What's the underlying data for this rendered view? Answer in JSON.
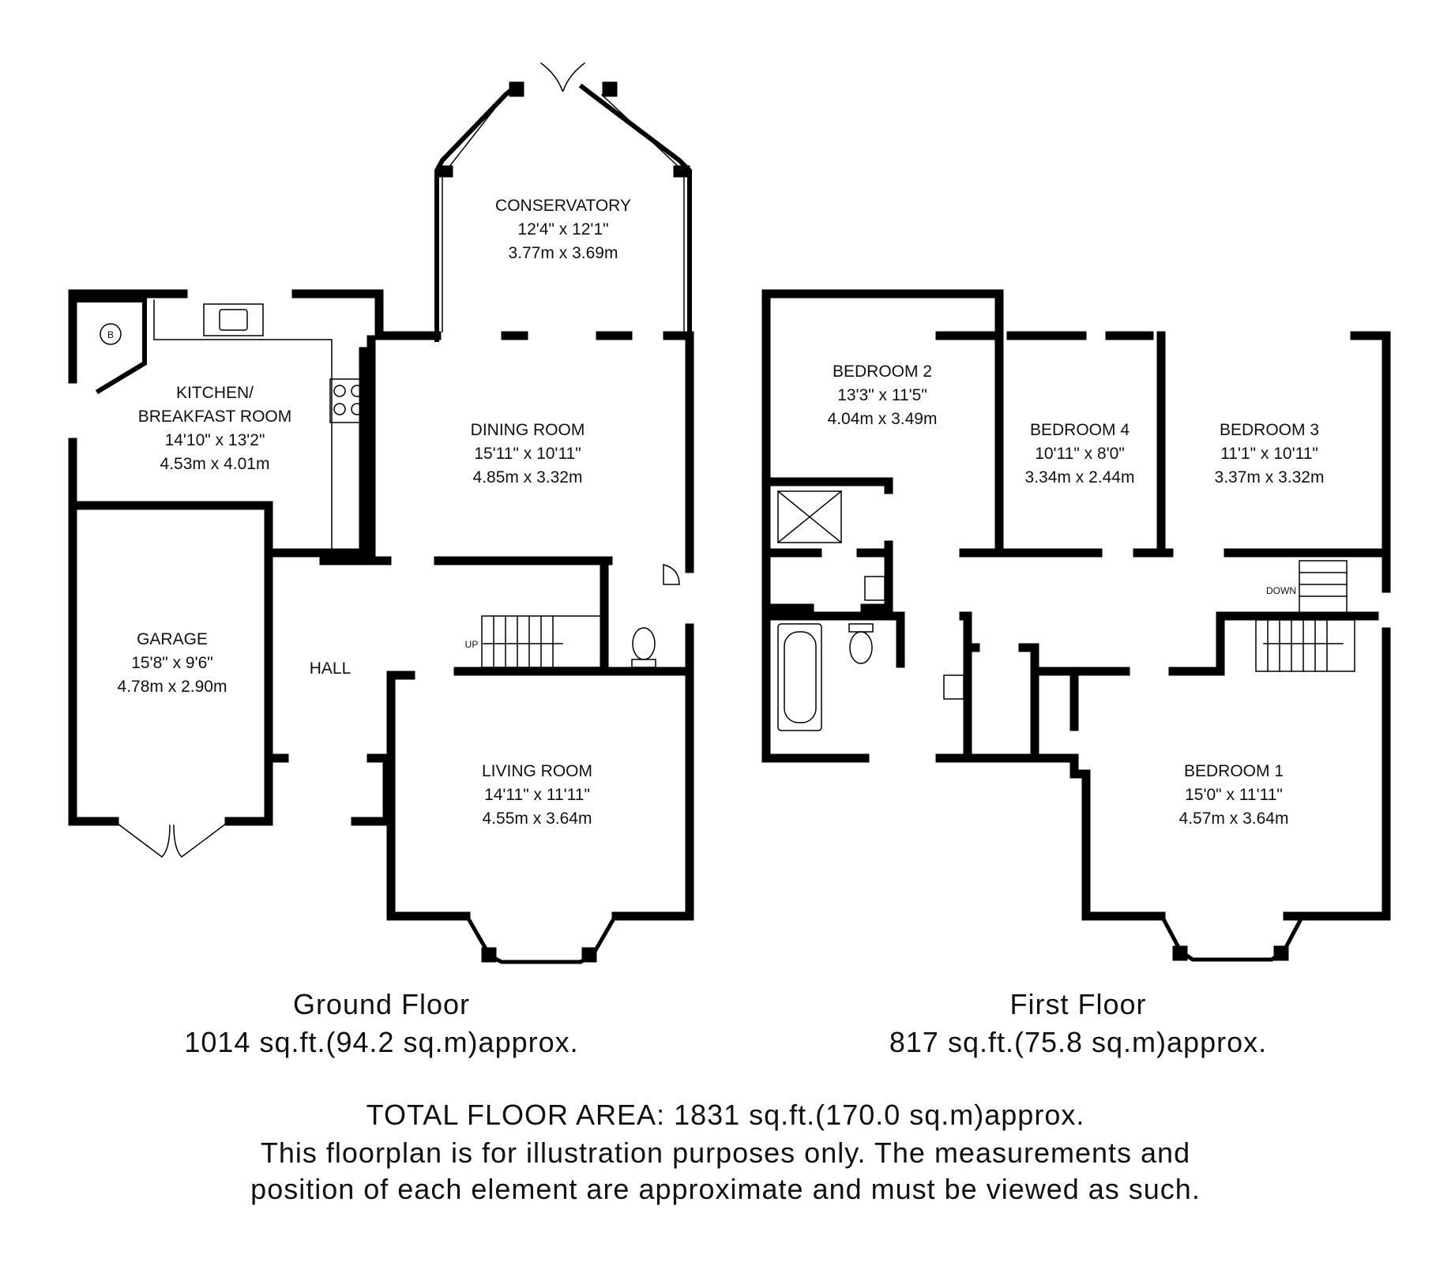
{
  "ground_floor": {
    "rooms": [
      {
        "id": "conservatory",
        "name": "CONSERVATORY",
        "imperial": "12'4\" x 12'1\"",
        "metric": "3.77m x 3.69m"
      },
      {
        "id": "kitchen",
        "name": "KITCHEN/",
        "name2": "BREAKFAST ROOM",
        "imperial": "14'10\" x 13'2\"",
        "metric": "4.53m x 4.01m"
      },
      {
        "id": "dining",
        "name": "DINING ROOM",
        "imperial": "15'11\" x 10'11\"",
        "metric": "4.85m x 3.32m"
      },
      {
        "id": "garage",
        "name": "GARAGE",
        "imperial": "15'8\" x 9'6\"",
        "metric": "4.78m x 2.90m"
      },
      {
        "id": "hall",
        "name": "HALL"
      },
      {
        "id": "living",
        "name": "LIVING ROOM",
        "imperial": "14'11\" x 11'11\"",
        "metric": "4.55m x 3.64m"
      }
    ],
    "boiler_label": "B",
    "stairs_label": "UP",
    "title": "Ground Floor",
    "area": "1014 sq.ft.(94.2 sq.m)approx."
  },
  "first_floor": {
    "rooms": [
      {
        "id": "bedroom2",
        "name": "BEDROOM 2",
        "imperial": "13'3\" x 11'5\"",
        "metric": "4.04m x 3.49m"
      },
      {
        "id": "bedroom4",
        "name": "BEDROOM 4",
        "imperial": "10'11\" x 8'0\"",
        "metric": "3.34m x 2.44m"
      },
      {
        "id": "bedroom3",
        "name": "BEDROOM 3",
        "imperial": "11'1\" x 10'11\"",
        "metric": "3.37m x 3.32m"
      },
      {
        "id": "bedroom1",
        "name": "BEDROOM 1",
        "imperial": "15'0\" x 11'11\"",
        "metric": "4.57m x 3.64m"
      }
    ],
    "stairs_label": "DOWN",
    "title": "First Floor",
    "area": "817 sq.ft.(75.8 sq.m)approx."
  },
  "total_area": "TOTAL FLOOR AREA: 1831 sq.ft.(170.0 sq.m)approx.",
  "disclaimer": "This floorplan is for illustration purposes only. The measurements and position of each element are approximate and must be viewed as such."
}
